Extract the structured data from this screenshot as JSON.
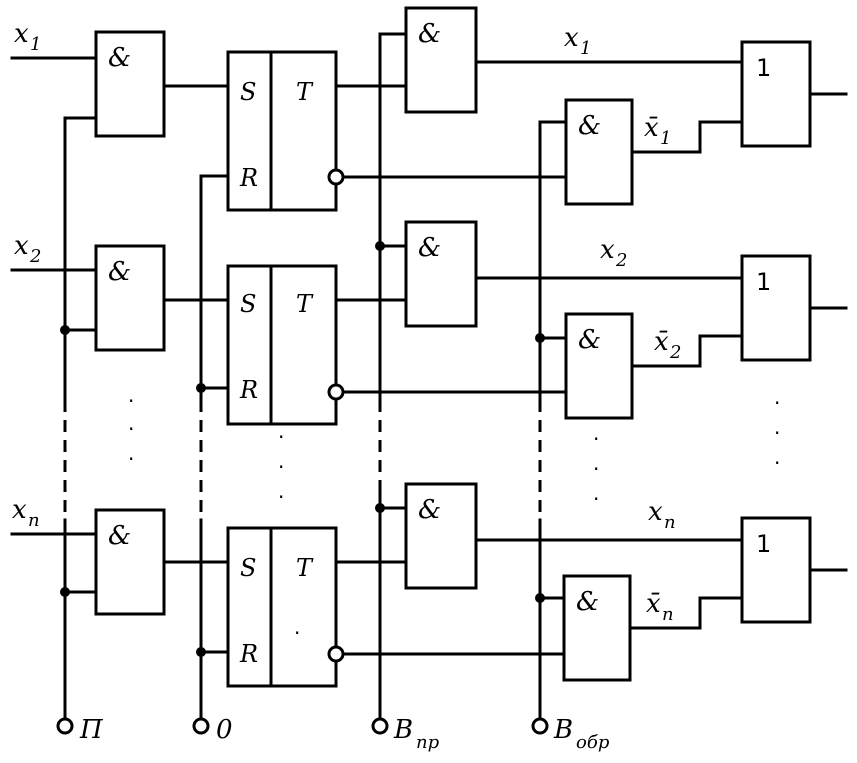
{
  "rows": [
    {
      "input": "x",
      "index": "1",
      "out_direct": "x",
      "out_inverse": "x̄"
    },
    {
      "input": "x",
      "index": "2",
      "out_direct": "x",
      "out_inverse": "x̄"
    },
    {
      "input": "x",
      "index": "n",
      "out_direct": "x",
      "out_inverse": "x̄"
    }
  ],
  "gates": {
    "and_label": "&",
    "or_label": "1",
    "flipflop_set": "S",
    "flipflop_reset": "R",
    "flipflop_name": "T"
  },
  "terminals": {
    "p": {
      "label": "П",
      "sub": ""
    },
    "zero": {
      "label": "0",
      "sub": ""
    },
    "b_forward": {
      "label": "B",
      "sub": "пр"
    },
    "b_inverse": {
      "label": "B",
      "sub": "обр"
    }
  },
  "ellipsis": "·"
}
